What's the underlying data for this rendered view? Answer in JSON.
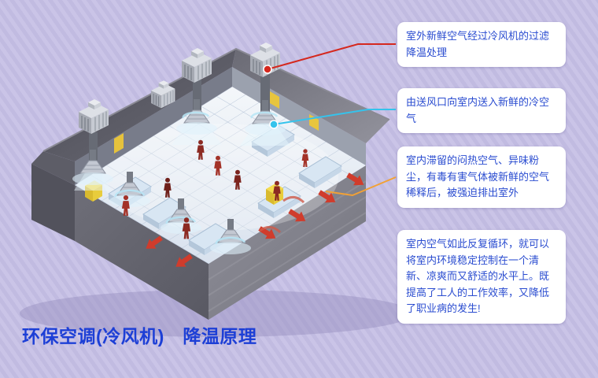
{
  "title": {
    "text": "环保空调(冷风机)　降温原理",
    "color": "#1d3fd6"
  },
  "callouts": [
    {
      "text": "室外新鲜空气经过冷风机的过滤降温处理",
      "connector_color": "#d5281e"
    },
    {
      "text": "由送风口向室内送入新鲜的冷空气",
      "connector_color": "#35c3ec"
    },
    {
      "text": "室内滞留的闷热空气、异味粉尘，有毒有害气体被新鲜的空气稀释后，被强迫排出室外",
      "connector_color": "#f2a135"
    },
    {
      "text": "室内空气如此反复循环，就可以将室内环境稳定控制在一个清新、凉爽而又舒适的水平上。既提高了工人的工作效率，又降低了职业病的发生!",
      "connector_color": ""
    }
  ],
  "illustration": {
    "description": "Isometric cutaway of a factory workshop: evaporative coolers (冷风机) on the roof pull in fresh outdoor air, supply diffusers blow cool air inside over workers and equipment, and stale hot air is forced out through wall vents (red arrows)",
    "markers": [
      {
        "name": "cooler-intake-dot",
        "color": "#e03226"
      },
      {
        "name": "supply-outlet-dot",
        "color": "#35c3ec"
      },
      {
        "name": "exhaust-connector-line",
        "color": "#f2a135"
      }
    ],
    "background_color": "#c6c0e4",
    "callout_background": "#ffffff",
    "callout_text_color": "#2a4cd0"
  }
}
